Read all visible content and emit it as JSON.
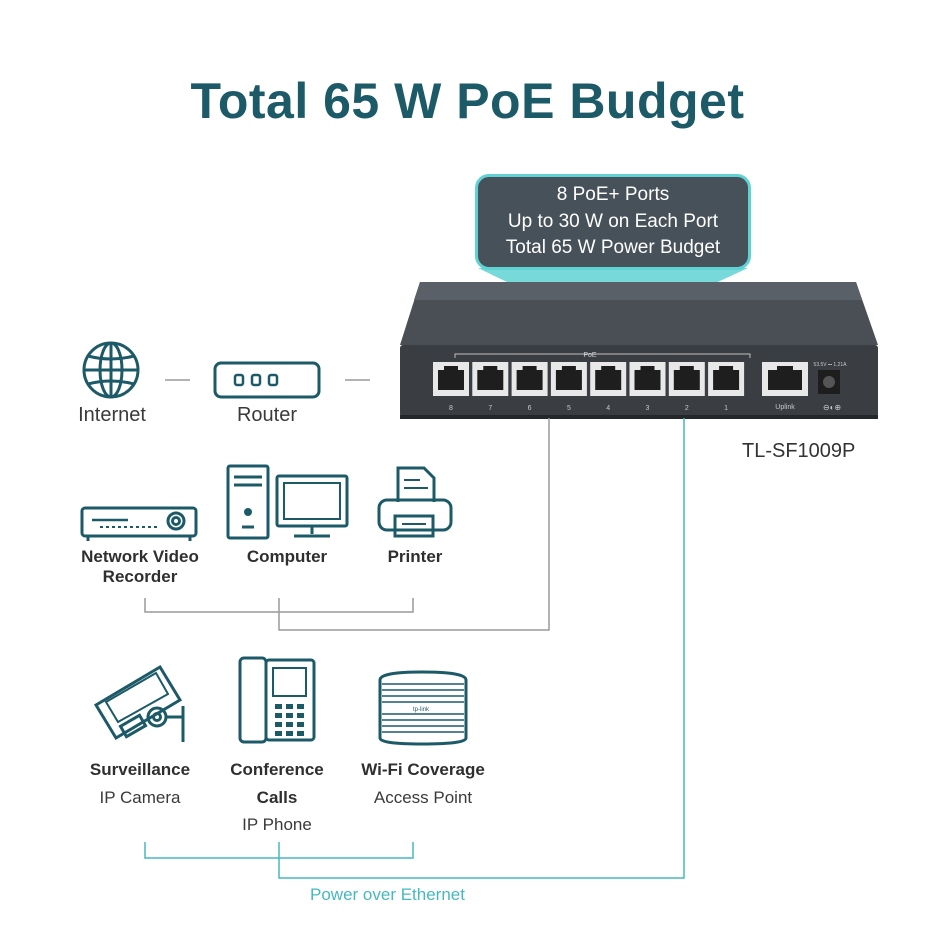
{
  "title": "Total 65 W PoE Budget",
  "callout": {
    "line1": "8 PoE+ Ports",
    "line2": "Up to 30 W on Each Port",
    "line3": "Total 65 W Power Budget"
  },
  "switch": {
    "model": "TL-SF1009P",
    "poe_label": "PoE",
    "uplink_label": "Uplink",
    "power_label": "53.5V ⎓ 1.21A",
    "port_numbers": [
      "8",
      "7",
      "6",
      "5",
      "4",
      "3",
      "2",
      "1"
    ]
  },
  "internet_label": "Internet",
  "router_label": "Router",
  "devices_row1": {
    "nvr_line1": "Network Video",
    "nvr_line2": "Recorder",
    "computer": "Computer",
    "printer": "Printer"
  },
  "devices_row2": {
    "camera_bold": "Surveillance",
    "camera_sub": "IP Camera",
    "phone_bold1": "Conference",
    "phone_bold2": "Calls",
    "phone_sub": "IP Phone",
    "ap_bold": "Wi-Fi Coverage",
    "ap_sub": "Access Point"
  },
  "poe_caption": "Power over Ethernet",
  "colors": {
    "title": "#1d5a68",
    "accent": "#5fd2d4",
    "callout_bg": "#475159",
    "icon": "#1d5a68",
    "line_gray": "#9a9a9a",
    "line_teal": "#46b9be"
  }
}
